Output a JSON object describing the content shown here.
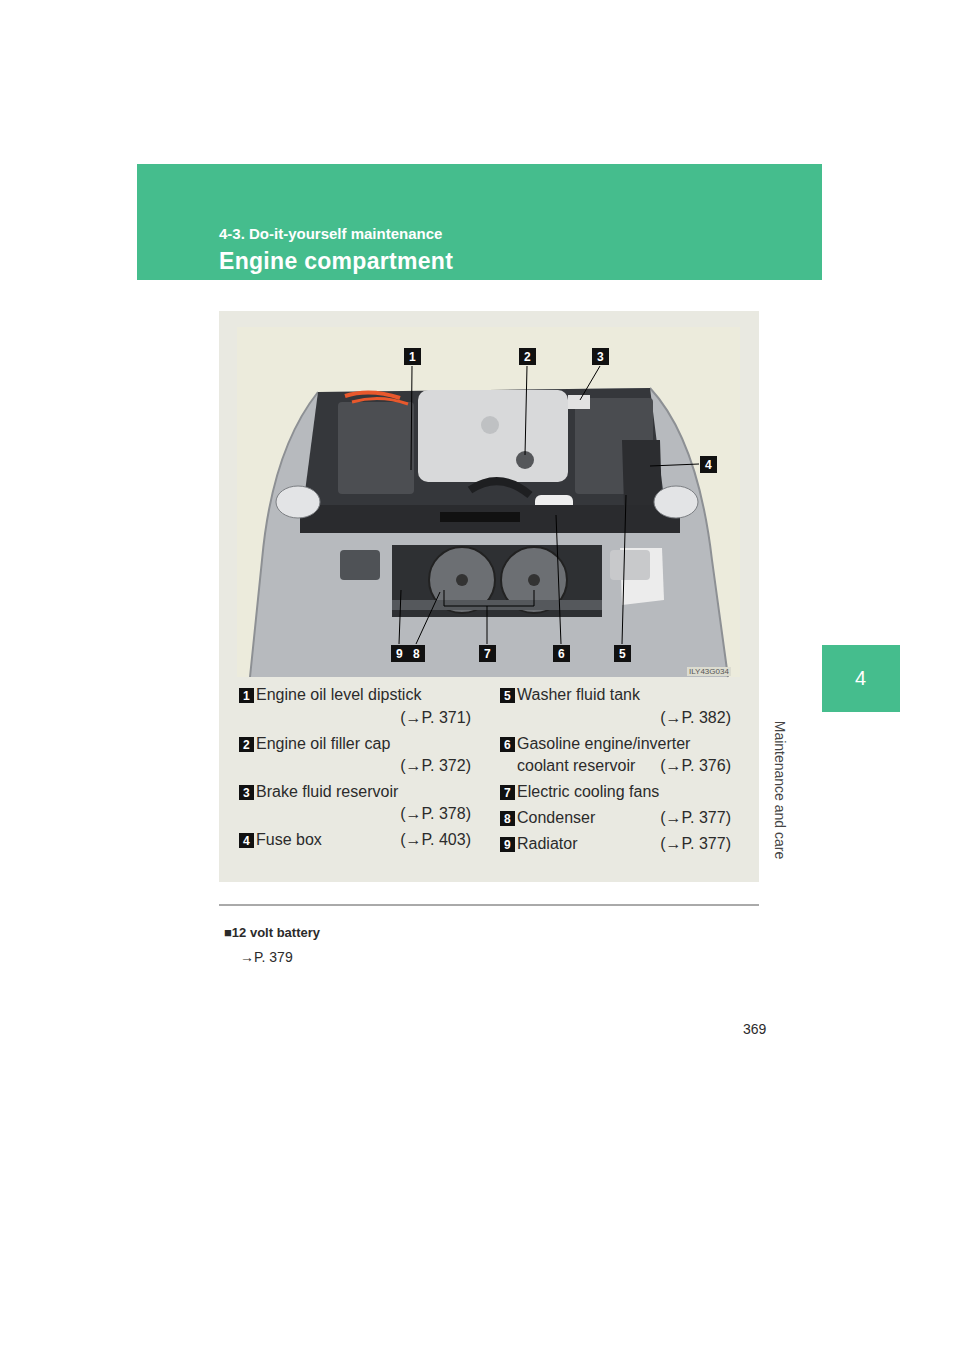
{
  "diagram": {
    "nodes": [
      {
        "text": [
          "4-3. Do-it-yourself maintenance",
          "Engine compartment"
        ]
      },
      {
        "text": [
          "4"
        ]
      },
      {
        "text": [
          "ILY43G034",
          "Engine oil level dipstick",
          "(→P. 371)",
          "Engine oil filler cap",
          "(→P. 372)",
          "Brake fluid reservoir",
          "(→P. 378)",
          "Fuse box",
          "(→P. 403)",
          "Washer fluid tank",
          "(→P. 382)",
          "Gasoline engine/inverter coolant reservoir",
          "(→P. 376)",
          "Electric cooling fans",
          "Condenser",
          "(→P. 377)",
          "Radiator",
          "(→P. 377)"
        ]
      },
      {
        "text": [
          "1"
        ],
        "in": 2
      },
      {
        "text": [
          "2"
        ],
        "in": 2
      },
      {
        "text": [
          "3"
        ],
        "in": 2
      },
      {
        "text": [
          "4"
        ],
        "in": 2
      },
      {
        "text": [
          "9"
        ],
        "in": 2
      },
      {
        "text": [
          "8"
        ],
        "in": 2
      },
      {
        "text": [
          "7"
        ],
        "in": 2
      },
      {
        "text": [
          "6"
        ],
        "in": 2
      },
      {
        "text": [
          "5"
        ],
        "in": 2
      },
      {
        "text": [
          "1"
        ],
        "in": 2
      },
      {
        "text": [
          "2"
        ],
        "in": 2
      },
      {
        "text": [
          "3"
        ],
        "in": 2
      },
      {
        "text": [
          "4"
        ],
        "in": 2
      },
      {
        "text": [
          "5"
        ],
        "in": 2
      },
      {
        "text": [
          "6"
        ],
        "in": 2
      },
      {
        "text": [
          "7"
        ],
        "in": 2
      },
      {
        "text": [
          "8"
        ],
        "in": 2
      },
      {
        "text": [
          "9"
        ],
        "in": 2
      }
    ],
    "labels": [
      "Maintenance and care",
      "■12 volt battery",
      "→P. 379",
      "369"
    ]
  }
}
